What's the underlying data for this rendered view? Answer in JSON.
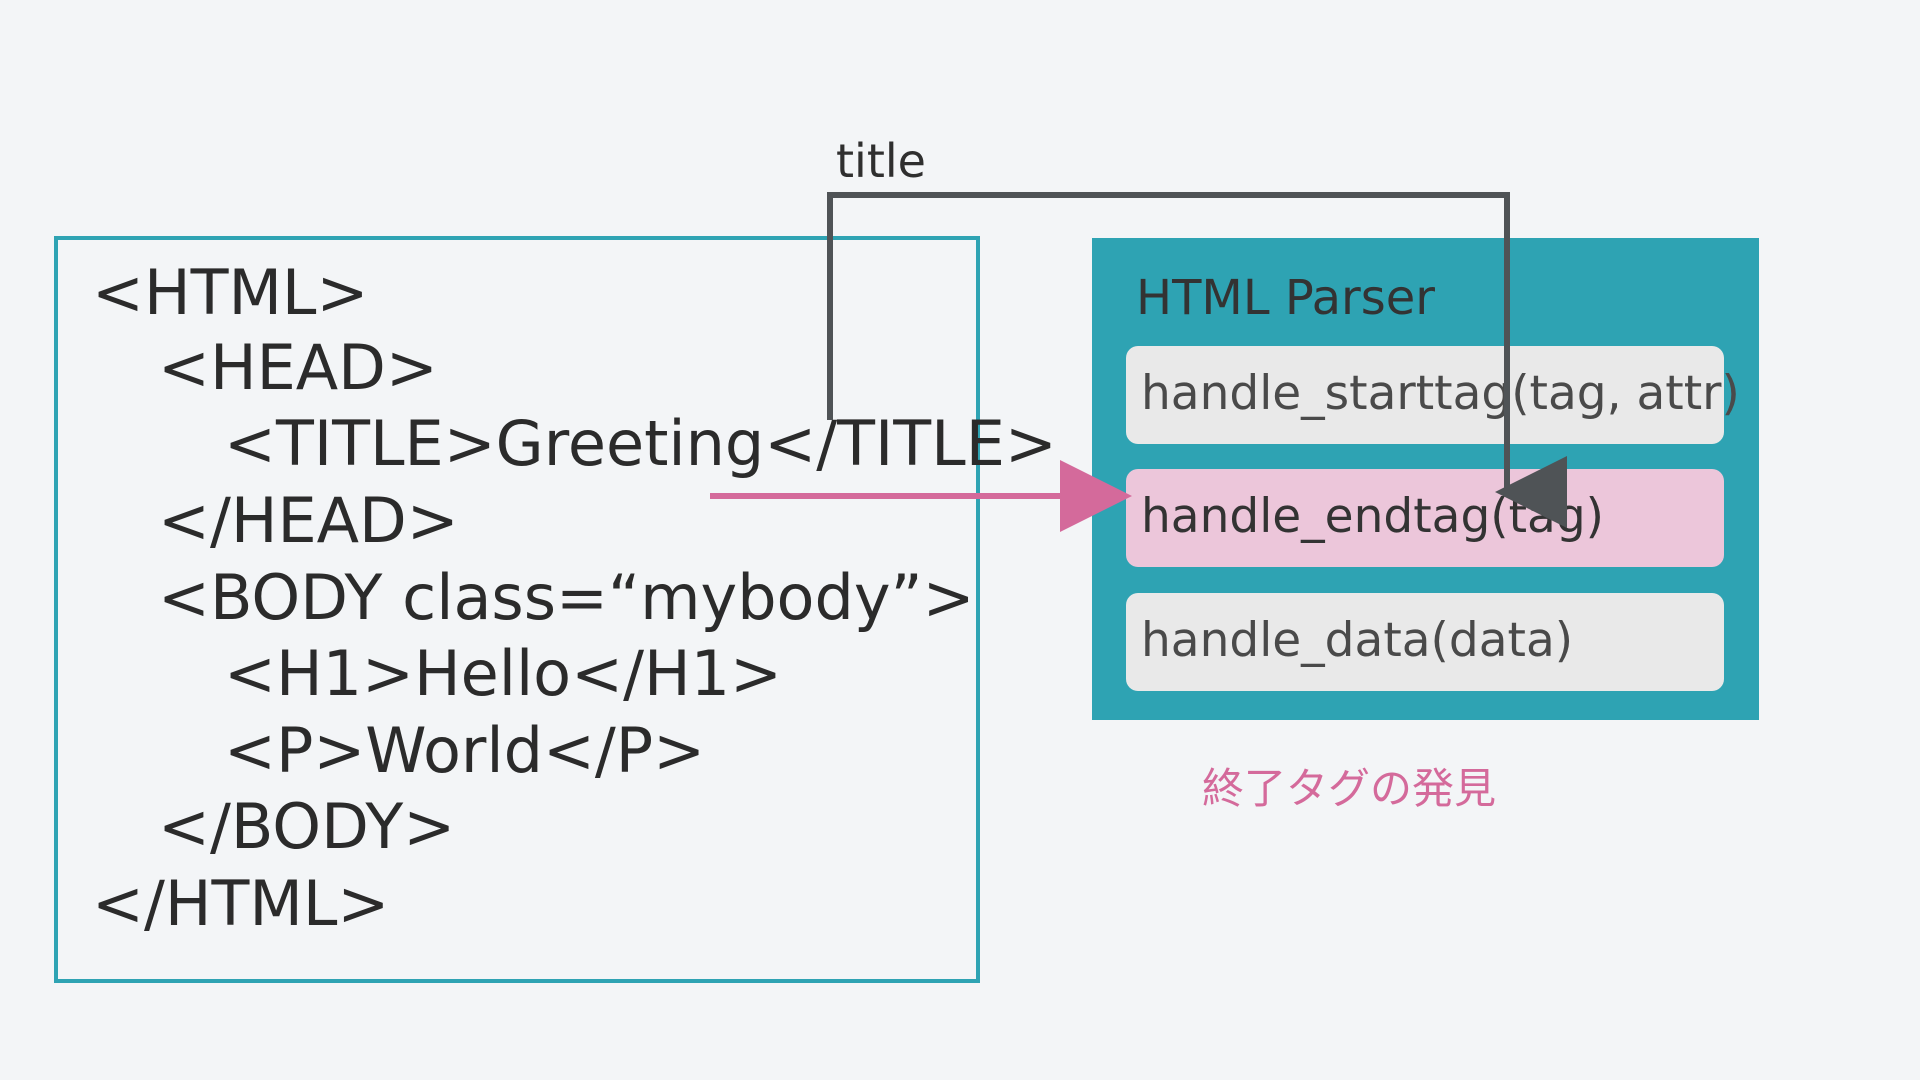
{
  "code_box": {
    "lines": [
      "<HTML>",
      "<HEAD>",
      "<TITLE>Greeting</TITLE>",
      "</HEAD>",
      "<BODY class=“mybody”>",
      "<H1>Hello</H1>",
      "<P>World</P>",
      "</BODY>",
      "</HTML>"
    ]
  },
  "parser": {
    "title": "HTML Parser",
    "methods": [
      {
        "label": "handle_starttag(tag, attr)"
      },
      {
        "label": "handle_endtag(tag)"
      },
      {
        "label": "handle_data(data)"
      }
    ]
  },
  "connectors": {
    "title_label": "title",
    "endtag_note": "終了タグの発見"
  },
  "colors": {
    "background": "#f3f5f7",
    "teal": "#2ea3b3",
    "active_method": "#ecc6da",
    "inactive_method": "#e9e9e9",
    "arrow_pink": "#d46a9b",
    "arrow_gray": "#4f5356"
  }
}
